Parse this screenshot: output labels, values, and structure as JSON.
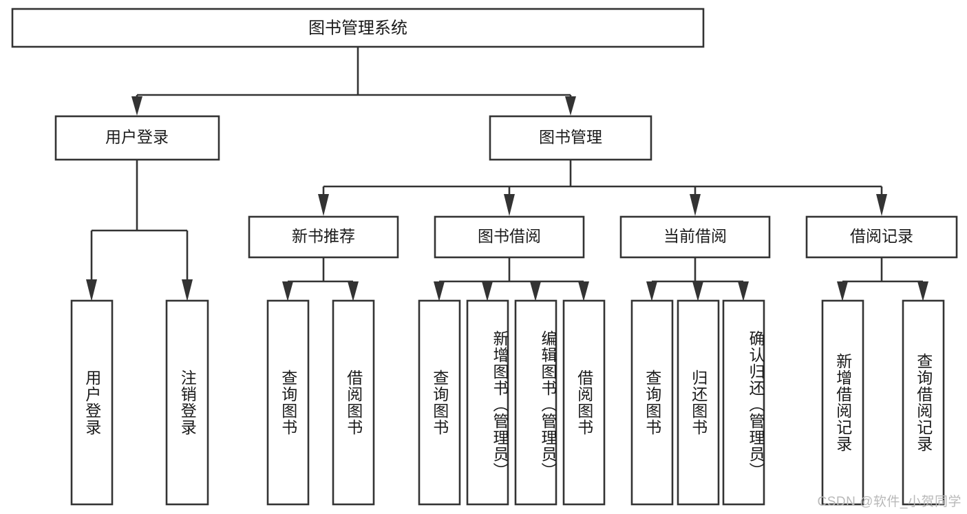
{
  "diagram": {
    "title": "图书管理系统",
    "type": "tree",
    "orientation": "top-down",
    "style": {
      "box_fill": "#ffffff",
      "box_stroke": "#333333",
      "text_color": "#1a1a1a",
      "background": "#ffffff",
      "watermark_color": "#b9b9b9"
    }
  },
  "watermark": {
    "text": "CSDN @软件_小贺同学"
  },
  "nodes": {
    "root": {
      "id": "root",
      "label": "图书管理系统",
      "level": 1
    },
    "level2": [
      {
        "id": "user-login",
        "label": "用户登录",
        "level": 2
      },
      {
        "id": "book-manage",
        "label": "图书管理",
        "level": 2
      }
    ],
    "level3": [
      {
        "id": "new-book-rec",
        "label": "新书推荐",
        "level": 3,
        "parent": "book-manage"
      },
      {
        "id": "book-borrow",
        "label": "图书借阅",
        "level": 3,
        "parent": "book-manage"
      },
      {
        "id": "current-borrow",
        "label": "当前借阅",
        "level": 3,
        "parent": "book-manage"
      },
      {
        "id": "borrow-record",
        "label": "借阅记录",
        "level": 3,
        "parent": "book-manage"
      }
    ],
    "leaves": [
      {
        "id": "leaf-user-login",
        "label": "用户登录",
        "parent": "user-login"
      },
      {
        "id": "leaf-logout",
        "label": "注销登录",
        "parent": "user-login"
      },
      {
        "id": "leaf-query-book-rec",
        "label": "查询图书",
        "parent": "new-book-rec"
      },
      {
        "id": "leaf-borrow-book-rec",
        "label": "借阅图书",
        "parent": "new-book-rec"
      },
      {
        "id": "leaf-query-book-borrow",
        "label": "查询图书",
        "parent": "book-borrow"
      },
      {
        "id": "leaf-add-book",
        "label": "新增图书（管理员）",
        "parent": "book-borrow"
      },
      {
        "id": "leaf-edit-book",
        "label": "编辑图书（管理员）",
        "parent": "book-borrow"
      },
      {
        "id": "leaf-borrow-book",
        "label": "借阅图书",
        "parent": "book-borrow"
      },
      {
        "id": "leaf-query-book-current",
        "label": "查询图书",
        "parent": "current-borrow"
      },
      {
        "id": "leaf-return-book",
        "label": "归还图书",
        "parent": "current-borrow"
      },
      {
        "id": "leaf-confirm-return",
        "label": "确认归还（管理员）",
        "parent": "current-borrow"
      },
      {
        "id": "leaf-add-record",
        "label": "新增借阅记录",
        "parent": "borrow-record"
      },
      {
        "id": "leaf-query-record",
        "label": "查询借阅记录",
        "parent": "borrow-record"
      }
    ]
  }
}
